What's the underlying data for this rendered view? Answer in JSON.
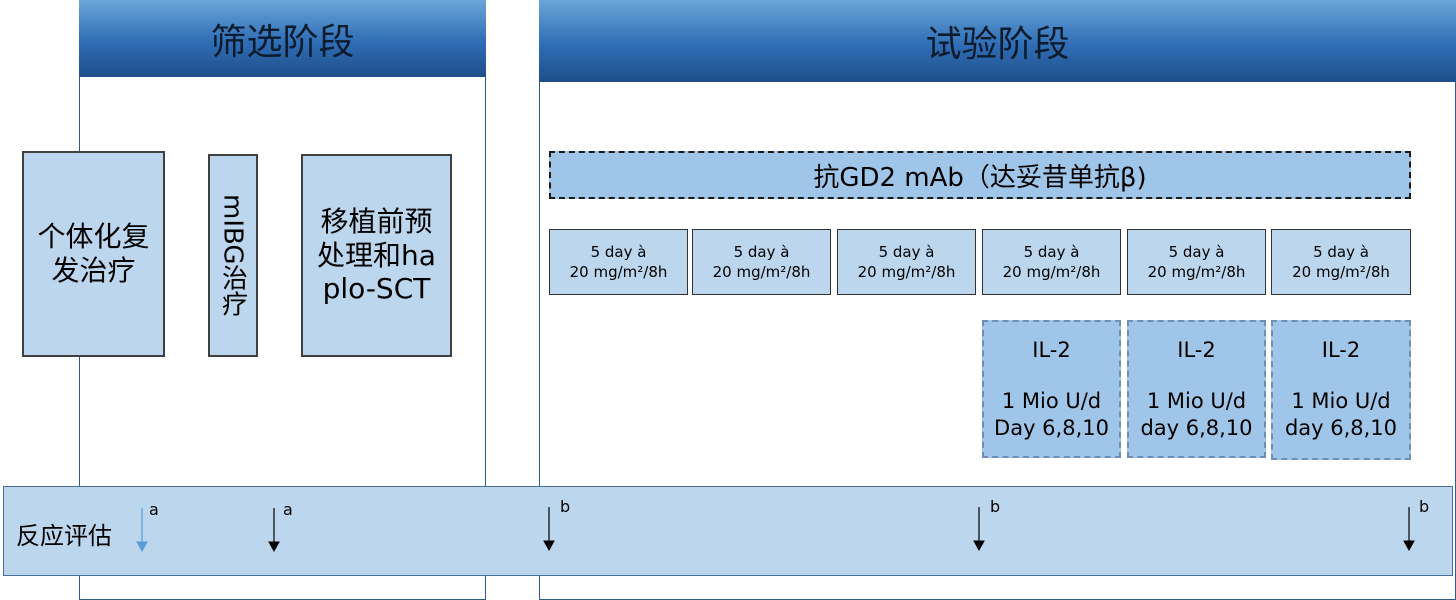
{
  "screening": {
    "title": "筛选阶段",
    "treatments": [
      {
        "label": "个体化复发治疗"
      },
      {
        "label": "mIBG治疗"
      },
      {
        "label": "移植前预处理和haplo-SCT"
      }
    ]
  },
  "trial": {
    "title": "试验阶段",
    "mab_label": "抗GD2 mAb（达妥昔单抗β)",
    "dose_cycles": [
      {
        "line1": "5 day à",
        "line2": "20 mg/m²/8h"
      },
      {
        "line1": "5 day à",
        "line2": "20 mg/m²/8h"
      },
      {
        "line1": "5 day à",
        "line2": "20 mg/m²/8h"
      },
      {
        "line1": "5 day à",
        "line2": "20 mg/m²/8h"
      },
      {
        "line1": "5 day à",
        "line2": "20 mg/m²/8h"
      },
      {
        "line1": "5 day à",
        "line2": "20 mg/m²/8h"
      }
    ],
    "il2_cycles": [
      {
        "title": "IL-2",
        "dose": "1 Mio U/d",
        "days": "Day 6,8,10"
      },
      {
        "title": "IL-2",
        "dose": "1 Mio U/d",
        "days": "day 6,8,10"
      },
      {
        "title": "IL-2",
        "dose": "1 Mio U/d",
        "days": "day 6,8,10"
      }
    ]
  },
  "assessment": {
    "label": "反应评估",
    "markers": [
      {
        "letter": "a",
        "color": "#5b9bd5"
      },
      {
        "letter": "a",
        "color": "#000000"
      },
      {
        "letter": "b",
        "color": "#000000"
      },
      {
        "letter": "b",
        "color": "#000000"
      },
      {
        "letter": "b",
        "color": "#000000"
      }
    ]
  }
}
